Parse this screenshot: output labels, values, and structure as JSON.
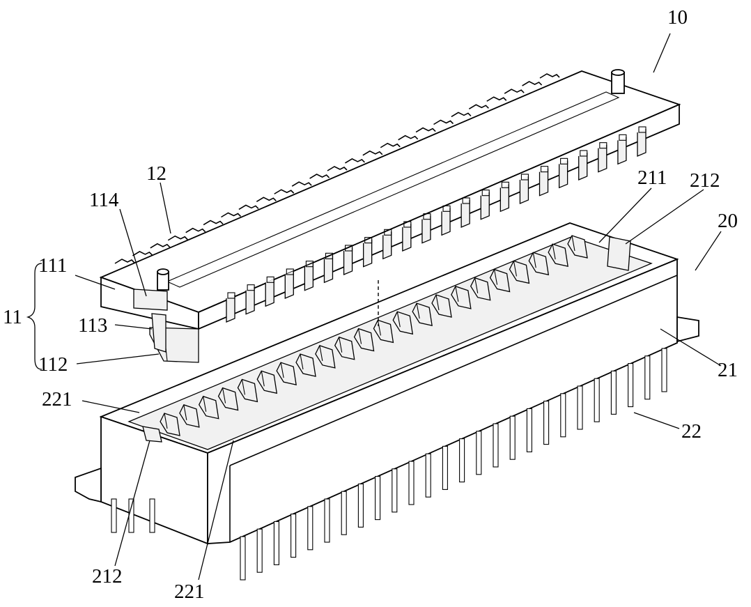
{
  "labels": {
    "plug_assembly": "10",
    "receptacle_assembly": "20",
    "plug_housing": "11",
    "plug_contacts": "12",
    "plug_top_block": "111",
    "plug_lower_body": "112",
    "plug_side_recess": "113",
    "plug_end_tab": "114",
    "receptacle_housing": "21",
    "receptacle_pins": "22",
    "receptacle_slot": "211",
    "receptacle_end_recess_top": "212",
    "receptacle_end_recess_bottom": "212",
    "receptacle_spring_left": "221",
    "receptacle_spring_bottom": "221"
  }
}
